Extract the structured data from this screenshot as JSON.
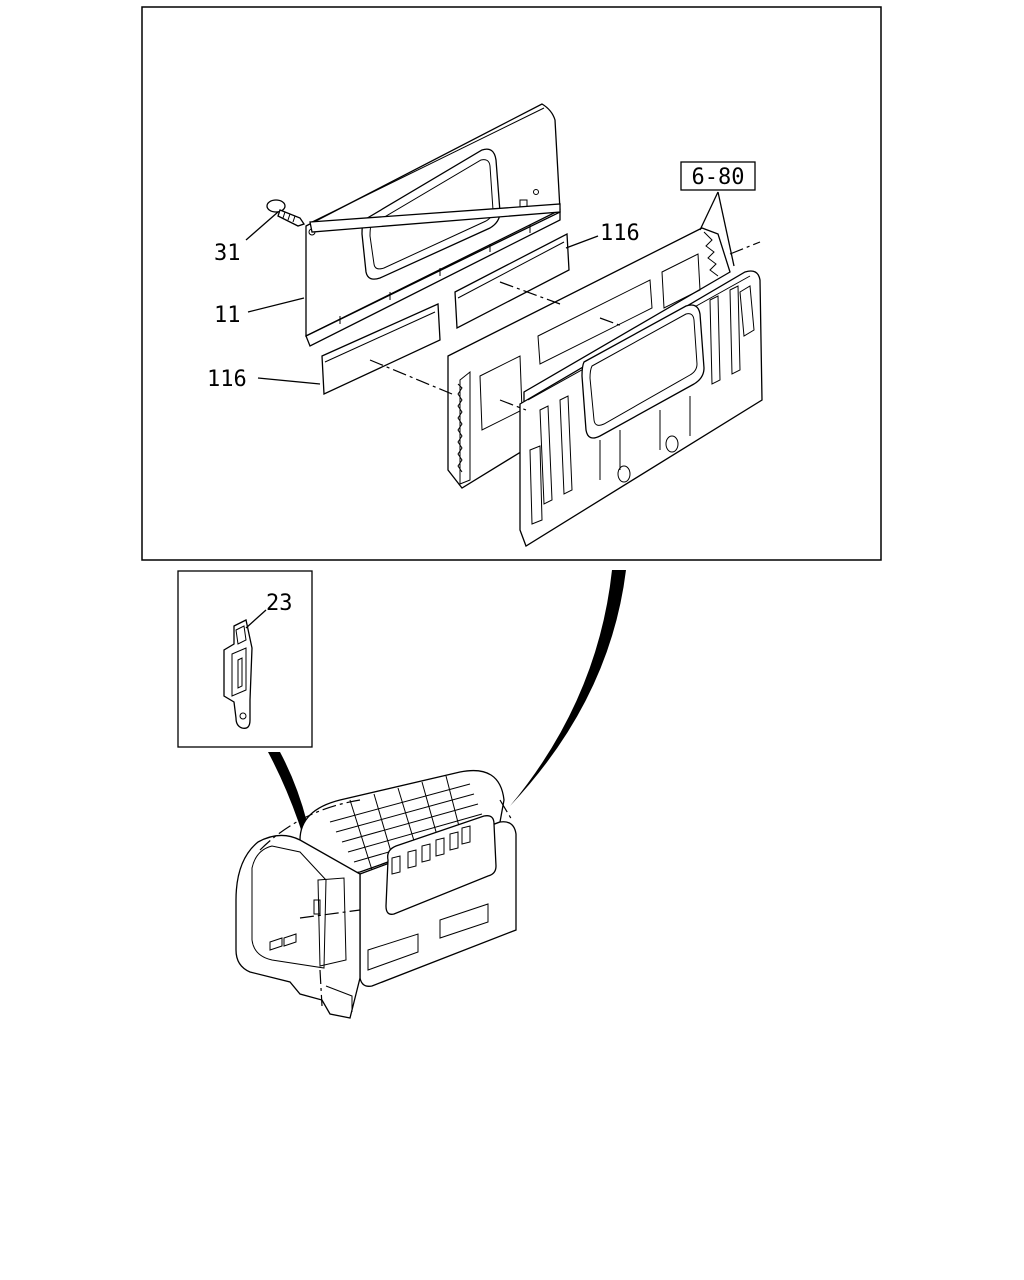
{
  "callouts": {
    "screw": "31",
    "rear_trim_panel": "11",
    "pad_upper": "116",
    "pad_lower": "116",
    "ref_section": "6-80",
    "clip": "23"
  }
}
